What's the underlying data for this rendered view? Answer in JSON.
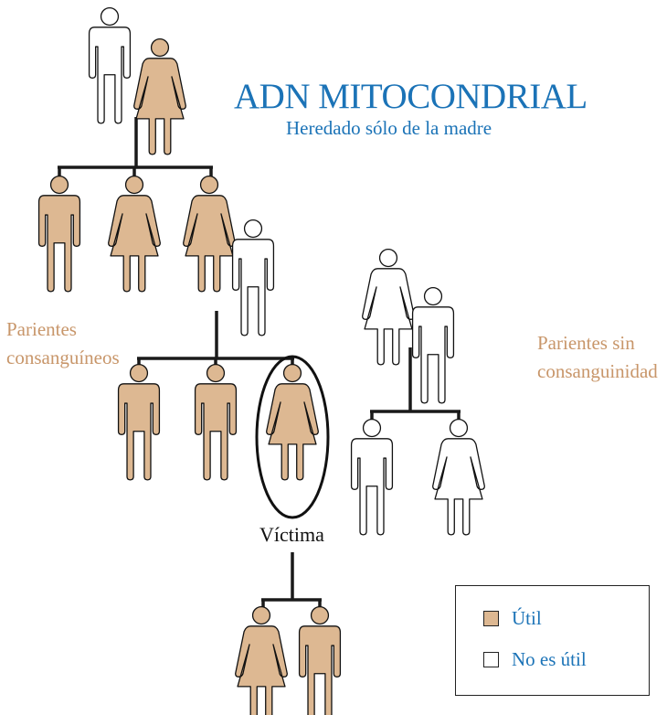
{
  "title": "ADN MITOCONDRIAL",
  "subtitle": "Heredado sólo de la madre",
  "labels": {
    "blood_relatives": "Parientes consanguíneos",
    "non_blood_relatives": "Parientes sin consanguinidad",
    "victim": "Víctima"
  },
  "legend": {
    "useful": "Útil",
    "not_useful": "No es útil"
  },
  "colors": {
    "useful_fill": "#DDB892",
    "not_useful_fill": "#FFFFFF",
    "title": "#1B73B7",
    "label_tan": "#C8966A",
    "line": "#1a1a1a"
  },
  "figures": [
    {
      "id": "grandfather",
      "gender": "male",
      "useful": false
    },
    {
      "id": "grandmother",
      "gender": "female",
      "useful": true
    },
    {
      "id": "uncle",
      "gender": "male",
      "useful": true
    },
    {
      "id": "aunt",
      "gender": "female",
      "useful": true
    },
    {
      "id": "mother",
      "gender": "female",
      "useful": true
    },
    {
      "id": "father",
      "gender": "male",
      "useful": false
    },
    {
      "id": "brother-1",
      "gender": "male",
      "useful": true
    },
    {
      "id": "brother-2",
      "gender": "male",
      "useful": true
    },
    {
      "id": "victim",
      "gender": "female",
      "useful": true
    },
    {
      "id": "child-daughter",
      "gender": "female",
      "useful": true
    },
    {
      "id": "child-son",
      "gender": "male",
      "useful": true
    },
    {
      "id": "inlaw-mother",
      "gender": "female",
      "useful": false
    },
    {
      "id": "inlaw-father",
      "gender": "male",
      "useful": false
    },
    {
      "id": "inlaw-son",
      "gender": "male",
      "useful": false
    },
    {
      "id": "inlaw-daughter",
      "gender": "female",
      "useful": false
    }
  ]
}
